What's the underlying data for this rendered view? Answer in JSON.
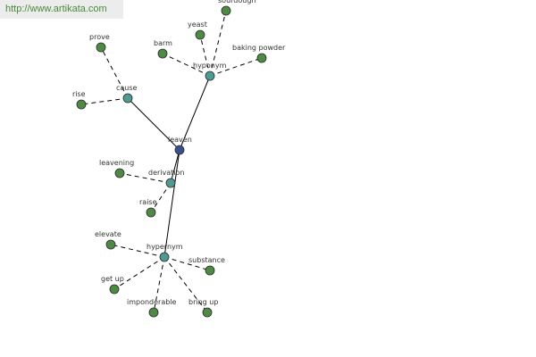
{
  "watermark": {
    "text": "http://www.artikata.com"
  },
  "colors": {
    "root": "#3b4f8f",
    "relation": "#4f9a93",
    "leaf": "#4f8a44",
    "edge": "#000000"
  },
  "graph": {
    "nodes": [
      {
        "id": "leaven",
        "label": "leaven",
        "kind": "root"
      },
      {
        "id": "cause",
        "label": "cause",
        "kind": "relation"
      },
      {
        "id": "hyponym",
        "label": "hyponym",
        "kind": "relation"
      },
      {
        "id": "derivation",
        "label": "derivation",
        "kind": "relation"
      },
      {
        "id": "hypernym",
        "label": "hypernym",
        "kind": "relation"
      },
      {
        "id": "prove",
        "label": "prove",
        "kind": "leaf"
      },
      {
        "id": "rise",
        "label": "rise",
        "kind": "leaf"
      },
      {
        "id": "barm",
        "label": "barm",
        "kind": "leaf"
      },
      {
        "id": "yeast",
        "label": "yeast",
        "kind": "leaf"
      },
      {
        "id": "sourdough",
        "label": "sourdough",
        "kind": "leaf"
      },
      {
        "id": "baking-powder",
        "label": "baking powder",
        "kind": "leaf"
      },
      {
        "id": "leavening",
        "label": "leavening",
        "kind": "leaf"
      },
      {
        "id": "raise",
        "label": "raise",
        "kind": "leaf"
      },
      {
        "id": "elevate",
        "label": "elevate",
        "kind": "leaf"
      },
      {
        "id": "substance",
        "label": "substance",
        "kind": "leaf"
      },
      {
        "id": "get-up",
        "label": "get up",
        "kind": "leaf"
      },
      {
        "id": "imponderable",
        "label": "imponderable",
        "kind": "leaf"
      },
      {
        "id": "bring-up",
        "label": "bring up",
        "kind": "leaf"
      }
    ],
    "edges": [
      {
        "from": "leaven",
        "to": "cause",
        "style": "solid"
      },
      {
        "from": "leaven",
        "to": "hyponym",
        "style": "solid"
      },
      {
        "from": "leaven",
        "to": "derivation",
        "style": "solid"
      },
      {
        "from": "leaven",
        "to": "hypernym",
        "style": "solid"
      },
      {
        "from": "cause",
        "to": "prove",
        "style": "dashed"
      },
      {
        "from": "cause",
        "to": "rise",
        "style": "dashed"
      },
      {
        "from": "hyponym",
        "to": "barm",
        "style": "dashed"
      },
      {
        "from": "hyponym",
        "to": "yeast",
        "style": "dashed"
      },
      {
        "from": "hyponym",
        "to": "sourdough",
        "style": "dashed"
      },
      {
        "from": "hyponym",
        "to": "baking-powder",
        "style": "dashed"
      },
      {
        "from": "derivation",
        "to": "leavening",
        "style": "dashed"
      },
      {
        "from": "derivation",
        "to": "raise",
        "style": "dashed"
      },
      {
        "from": "hypernym",
        "to": "elevate",
        "style": "dashed"
      },
      {
        "from": "hypernym",
        "to": "substance",
        "style": "dashed"
      },
      {
        "from": "hypernym",
        "to": "get-up",
        "style": "dashed"
      },
      {
        "from": "hypernym",
        "to": "imponderable",
        "style": "dashed"
      },
      {
        "from": "hypernym",
        "to": "bring-up",
        "style": "dashed"
      }
    ]
  }
}
